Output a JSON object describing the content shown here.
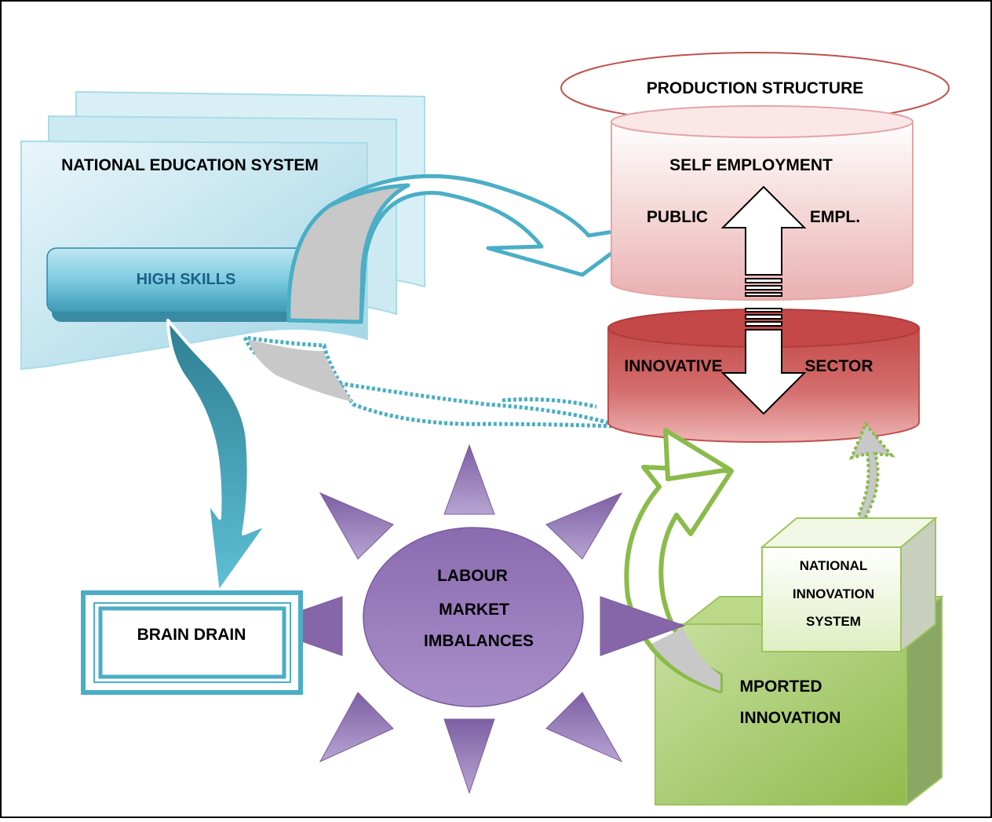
{
  "labels": {
    "production_structure": "PRODUCTION STRUCTURE",
    "national_education_system": "NATIONAL EDUCATION SYSTEM",
    "high_skills": "HIGH SKILLS",
    "self_employment": "SELF EMPLOYMENT",
    "public": "PUBLIC",
    "empl": "EMPL.",
    "innovative": "INNOVATIVE",
    "sector": "SECTOR",
    "labour_market_imbalances": [
      "LABOUR",
      "MARKET",
      "IMBALANCES"
    ],
    "brain_drain": "BRAIN DRAIN",
    "national_innovation_system": [
      "NATIONAL",
      "INNOVATION",
      "SYSTEM"
    ],
    "imported_innovation": [
      "MPORTED",
      "INNOVATION"
    ]
  },
  "colors": {
    "teal": "#4aaec6",
    "teal_dark": "#2e8aa2",
    "light_blue": "#cfeaf3",
    "pink": "#f3c9c9",
    "red": "#c24a4a",
    "purple": "#8666a8",
    "purple_light": "#a893c6",
    "green": "#8bbb4a",
    "green_light": "#eef5dc",
    "gray": "#c8c8c8"
  },
  "icons": [
    "double-arrow-icon",
    "curved-arrow-icon",
    "sun-rays-icon"
  ]
}
